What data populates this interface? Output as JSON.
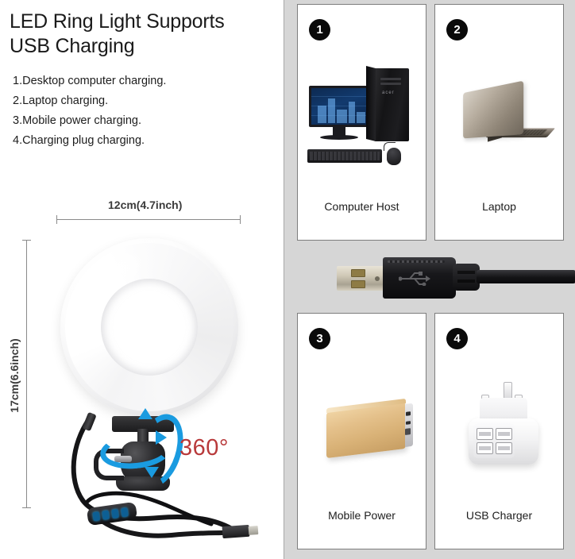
{
  "headline": {
    "line1": "LED Ring Light Supports",
    "line2": "USB Charging"
  },
  "bullets": [
    "1.Desktop computer charging.",
    "2.Laptop charging.",
    "3.Mobile power charging.",
    "4.Charging plug charging."
  ],
  "dimensions": {
    "width_label": "12cm(4.7inch)",
    "height_label": "17cm(6.6inch)"
  },
  "rotation": {
    "label": "360°",
    "color": "#b8393a"
  },
  "panels": [
    {
      "number": "1",
      "label": "Computer Host",
      "icon": "desktop-computer-icon"
    },
    {
      "number": "2",
      "label": "Laptop",
      "icon": "laptop-icon"
    },
    {
      "number": "3",
      "label": "Mobile Power",
      "icon": "power-bank-icon"
    },
    {
      "number": "4",
      "label": "USB Charger",
      "icon": "usb-wall-charger-icon"
    }
  ],
  "center_graphic": {
    "icon": "usb-type-a-connector-icon"
  },
  "colors": {
    "panel_background": "#ffffff",
    "right_background": "#d6d6d6",
    "badge": "#0a0a0a",
    "accent_blue": "#1a9be0",
    "accent_red": "#b8393a",
    "text": "#1d1d1d"
  }
}
